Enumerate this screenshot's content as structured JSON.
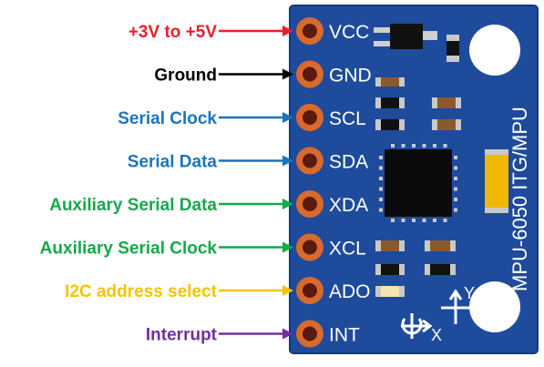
{
  "board": {
    "name": "MPU-6050 ITG/MPU",
    "color": "#1e4b9c",
    "axis_y_label": "Y",
    "axis_x_label": "X"
  },
  "pins": [
    {
      "label": "VCC",
      "description": "+3V to +5V",
      "color": "#e8202a"
    },
    {
      "label": "GND",
      "description": "Ground",
      "color": "#000000"
    },
    {
      "label": "SCL",
      "description": "Serial Clock",
      "color": "#1b75bc"
    },
    {
      "label": "SDA",
      "description": "Serial Data",
      "color": "#1b75bc"
    },
    {
      "label": "XDA",
      "description": "Auxiliary Serial Data",
      "color": "#14a94a"
    },
    {
      "label": "XCL",
      "description": "Auxiliary Serial Clock",
      "color": "#14a94a"
    },
    {
      "label": "ADO",
      "description": "I2C address select",
      "color": "#f5c400"
    },
    {
      "label": "INT",
      "description": "Interrupt",
      "color": "#7030a0"
    }
  ]
}
